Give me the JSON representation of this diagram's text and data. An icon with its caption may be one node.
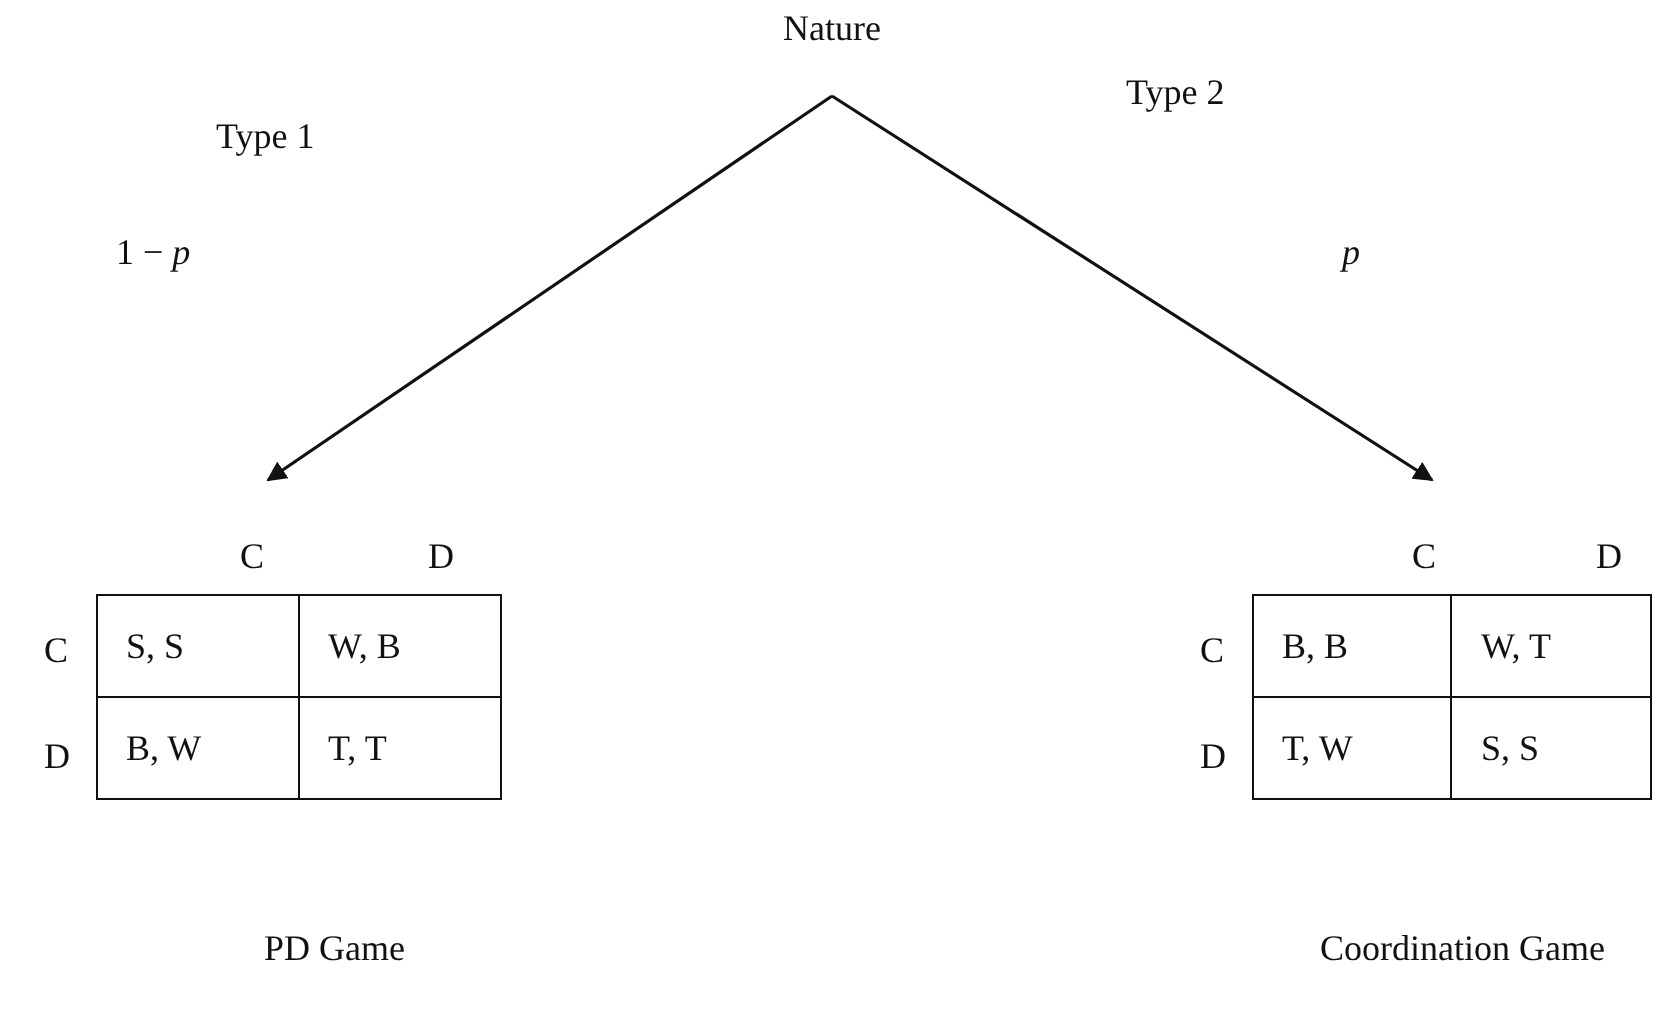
{
  "diagram": {
    "nodes": [
      {
        "text": [
          "Nature"
        ]
      },
      {
        "text": [
          "S, S",
          "W, B",
          "B, W",
          "T, T"
        ],
        "beside": [
          "C",
          "D",
          "C",
          "D",
          "PD Game"
        ]
      },
      {
        "text": [
          "B, B",
          "W, T",
          "T, W",
          "S, S"
        ],
        "beside": [
          "C",
          "D",
          "C",
          "D",
          "Coordination Game"
        ]
      }
    ],
    "edges": [
      {
        "from": 0,
        "to": 1,
        "arrow": "to"
      },
      {
        "from": 0,
        "to": 2,
        "arrow": "to"
      }
    ],
    "labels": [
      "Type 1",
      "Type 2",
      "1 − *p*",
      "p"
    ]
  }
}
